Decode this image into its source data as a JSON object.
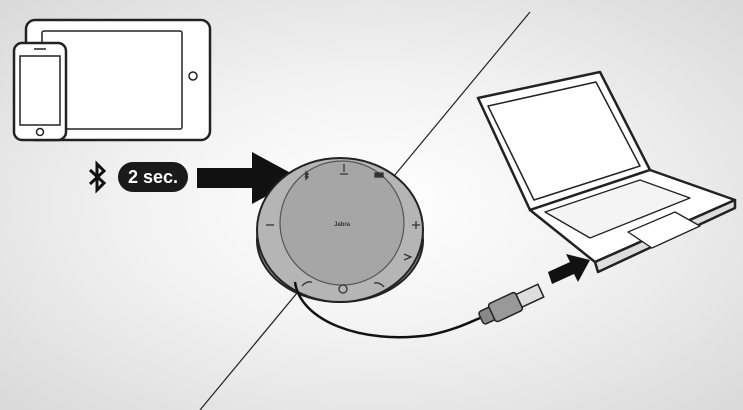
{
  "duration_label": "2 sec.",
  "brand": "Jabra",
  "icons": [
    "tablet-icon",
    "phone-icon",
    "bluetooth-icon",
    "arrow-icon",
    "speakerphone",
    "laptop-icon",
    "usb-cable"
  ],
  "colors": {
    "outline": "#1a1a1a",
    "speaker_body": "#a9a9a9",
    "speaker_ring": "#bdbdbd",
    "badge": "#1a1a1a"
  }
}
